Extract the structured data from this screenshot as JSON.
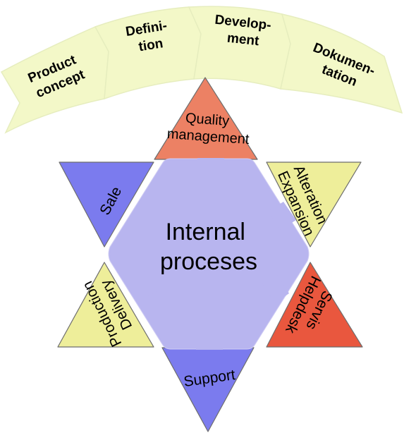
{
  "phases": [
    {
      "lines": [
        "Product",
        "concept"
      ]
    },
    {
      "lines": [
        "Defini-",
        "tion"
      ]
    },
    {
      "lines": [
        "Develop-",
        "ment"
      ]
    },
    {
      "lines": [
        "Dokumen-",
        "tation"
      ]
    }
  ],
  "center": {
    "lines": [
      "Internal",
      "proceses"
    ]
  },
  "sectors": {
    "quality": {
      "lines": [
        "Quality",
        "management"
      ]
    },
    "sale": {
      "lines": [
        "Sale"
      ]
    },
    "alteration": {
      "lines": [
        "Alteration",
        "Expansion"
      ]
    },
    "servis": {
      "lines": [
        "Servis",
        "Helpdesk"
      ]
    },
    "support": {
      "lines": [
        "Support"
      ]
    },
    "production": {
      "lines": [
        "Production",
        "Delivery"
      ]
    }
  },
  "colors": {
    "arc_fill": "#f3f8c8",
    "arc_stroke": "#e3ebb3",
    "center_fill": "#b8b5ef",
    "quality_fill": "#ec8164",
    "sale_fill": "#7b7bee",
    "alteration_fill": "#eeee9a",
    "servis_fill": "#e9573e",
    "support_fill": "#7b7bee",
    "production_fill": "#eeee9a",
    "outline": "#6d6d6d"
  }
}
